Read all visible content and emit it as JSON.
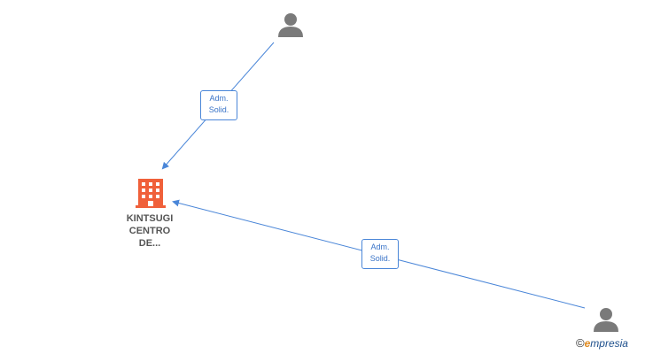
{
  "nodes": {
    "company": {
      "name_lines": [
        "KINTSUGI",
        "CENTRO",
        "DE..."
      ],
      "icon": "building-icon",
      "color": "#f0603a"
    },
    "person_top": {
      "icon": "person-icon"
    },
    "person_bottom": {
      "icon": "person-icon"
    }
  },
  "edges": [
    {
      "from": "person_top",
      "to": "company",
      "label_lines": [
        "Adm.",
        "Solid."
      ]
    },
    {
      "from": "person_bottom",
      "to": "company",
      "label_lines": [
        "Adm.",
        "Solid."
      ]
    }
  ],
  "colors": {
    "edge": "#4a86d8",
    "person": "#7a7a7a"
  },
  "watermark": {
    "copyright": "©",
    "brand_first": "e",
    "brand_rest": "mpresia"
  }
}
